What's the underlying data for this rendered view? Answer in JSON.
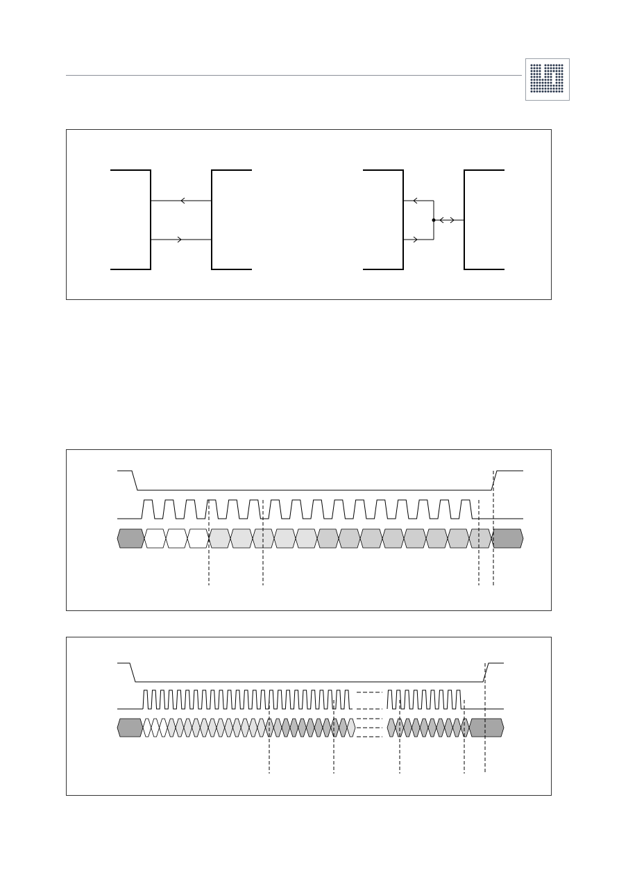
{
  "header": {
    "logo_icon": "dot-matrix-logo-icon"
  },
  "colors": {
    "rule": "#8a8f99",
    "line": "#000000",
    "cell_dark": "#a6a6a6",
    "cell_white": "#ffffff",
    "cell_light": "#e3e3e3",
    "cell_mid": "#cfcfcf",
    "cell_med_dark": "#bcbcbc",
    "cell_darker": "#9b9b9b",
    "cell_gray": "#c4c4c4",
    "logo_dot": "#2d3a4f"
  },
  "figure1": {
    "description_icons": [
      "left-arrow-icon",
      "right-arrow-icon",
      "junction-dot-icon",
      "bidirectional-arrow-icon"
    ]
  },
  "figure2": {
    "cell_shades": [
      "dark",
      "white",
      "white",
      "white",
      "light",
      "light",
      "light",
      "light",
      "light",
      "mid",
      "mid",
      "mid",
      "mid",
      "mid",
      "mid",
      "mid",
      "mid",
      "dark"
    ],
    "clock_pulses": 16
  },
  "figure3": {
    "cell_shades_a": [
      "dark",
      "white",
      "white",
      "white",
      "light",
      "light",
      "light",
      "light",
      "light",
      "light",
      "light",
      "light",
      "light",
      "light",
      "light",
      "light",
      "mid",
      "mid",
      "med_dark",
      "med_dark",
      "med_dark",
      "med_dark",
      "med_dark",
      "med_dark",
      "med_dark",
      "med_dark",
      "light"
    ],
    "cell_shades_b": [
      "gray",
      "gray",
      "med_dark",
      "med_dark",
      "med_dark",
      "med_dark",
      "med_dark",
      "med_dark",
      "med_dark",
      "med_dark",
      "dark"
    ],
    "clock_pulses_a": 25,
    "clock_pulses_b": 9
  }
}
